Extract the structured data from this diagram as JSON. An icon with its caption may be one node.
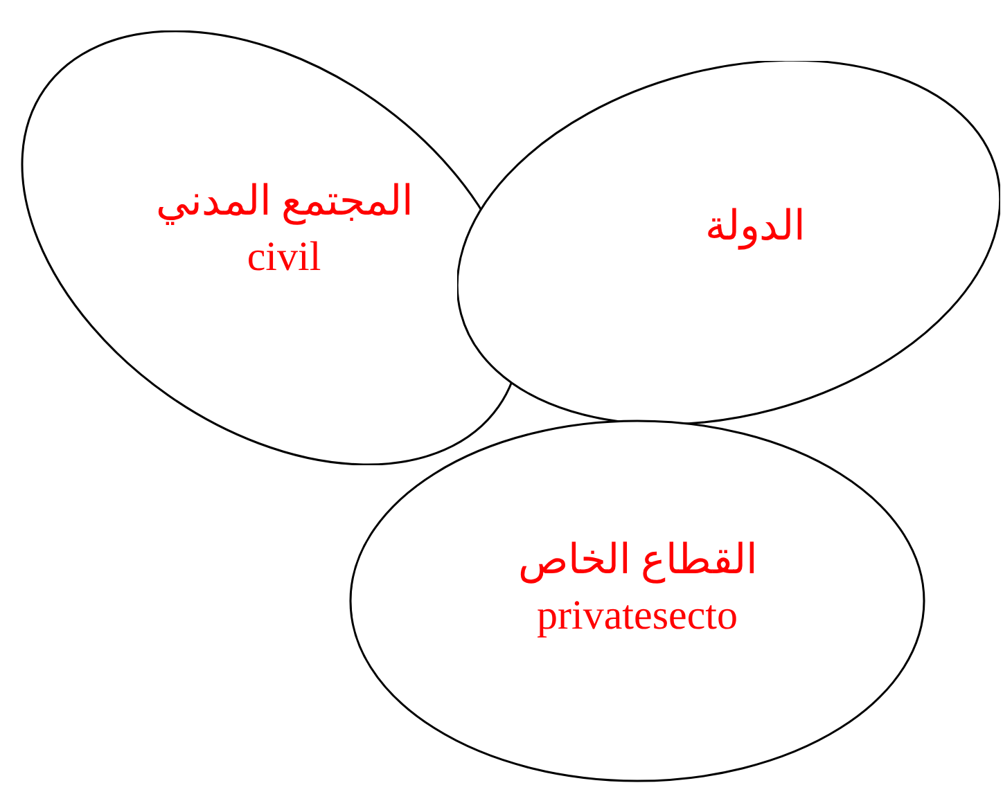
{
  "diagram": {
    "nodes": [
      {
        "text": [
          "المجتمع المدني civil"
        ]
      },
      {
        "text": [
          "الدولة"
        ]
      },
      {
        "text": [
          "القطاع الخاص privatesecto"
        ]
      }
    ],
    "edges": []
  }
}
